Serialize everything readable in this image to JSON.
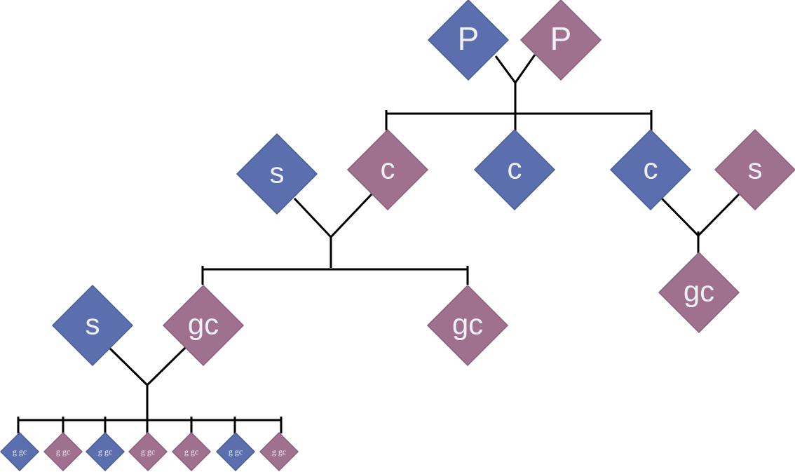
{
  "colors": {
    "blue": "#5b6fae",
    "blue_edge": "#4a5d99",
    "mauve": "#a0708f",
    "mauve_edge": "#8b5f7c",
    "line": "#000000",
    "text": "#eef0f6"
  },
  "nodes": [
    {
      "id": "parent-1",
      "label": "P",
      "color": "blue"
    },
    {
      "id": "parent-2",
      "label": "P",
      "color": "mauve"
    },
    {
      "id": "spouse-1",
      "label": "s",
      "color": "blue"
    },
    {
      "id": "child-1",
      "label": "c",
      "color": "mauve"
    },
    {
      "id": "child-2",
      "label": "c",
      "color": "blue"
    },
    {
      "id": "child-3",
      "label": "c",
      "color": "blue"
    },
    {
      "id": "spouse-2",
      "label": "s",
      "color": "mauve"
    },
    {
      "id": "spouse-3",
      "label": "s",
      "color": "blue"
    },
    {
      "id": "grandchild-1",
      "label": "gc",
      "color": "mauve"
    },
    {
      "id": "grandchild-2",
      "label": "gc",
      "color": "mauve"
    },
    {
      "id": "grandchild-3",
      "label": "gc",
      "color": "mauve"
    },
    {
      "id": "great-grandchild-1",
      "label": "g gc",
      "color": "blue"
    },
    {
      "id": "great-grandchild-2",
      "label": "g gc",
      "color": "mauve"
    },
    {
      "id": "great-grandchild-3",
      "label": "g gc",
      "color": "blue"
    },
    {
      "id": "great-grandchild-4",
      "label": "g gc",
      "color": "mauve"
    },
    {
      "id": "great-grandchild-5",
      "label": "g gc",
      "color": "mauve"
    },
    {
      "id": "great-grandchild-6",
      "label": "g gc",
      "color": "blue"
    },
    {
      "id": "great-grandchild-7",
      "label": "g gc",
      "color": "mauve"
    }
  ]
}
